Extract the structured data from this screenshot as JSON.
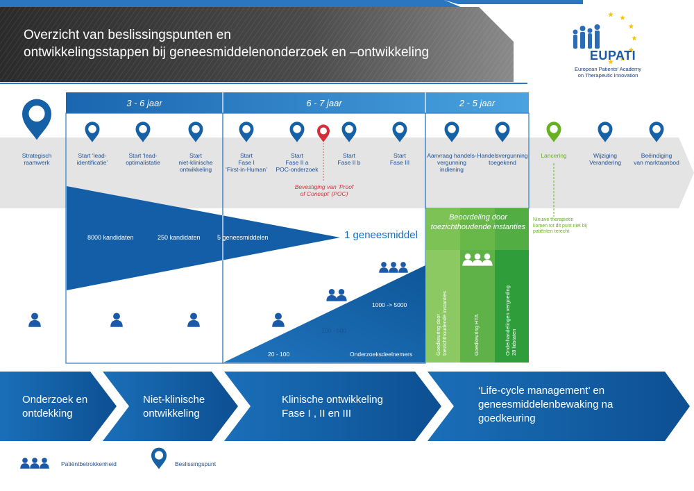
{
  "header": {
    "title_line1": "Overzicht van beslissingspunten en",
    "title_line2": "ontwikkelingsstappen bij geneesmiddelenonderzoek en –ontwikkeling"
  },
  "logo": {
    "name": "EUPATI",
    "subtitle_line1": "European Patients’ Academy",
    "subtitle_line2": "on Therapeutic Innovation"
  },
  "phases": [
    {
      "label": "3 - 6 jaar"
    },
    {
      "label": "6 - 7 jaar"
    },
    {
      "label": "2 - 5 jaar"
    }
  ],
  "milestones": {
    "strategic": [
      "Strategisch",
      "raamwerk"
    ],
    "lead_id": [
      "Start ‘lead-",
      "identificatie’"
    ],
    "lead_opt": [
      "Start ‘lead-",
      "optimalistatie"
    ],
    "nonclinical": [
      "Start",
      "niet-klinische",
      "ontwikkeling"
    ],
    "phase1": [
      "Start",
      "Fase I",
      "‘First-in-Human’"
    ],
    "phase2a": [
      "Start",
      "Fase II a",
      "POC-onderzoek"
    ],
    "phase2b": [
      "Start",
      "Fase II b"
    ],
    "phase3": [
      "Start",
      "Fase III"
    ],
    "application": [
      "Aanvraag handels-",
      "vergunning",
      "indiening"
    ],
    "license": [
      "Handelsvergunning",
      "toegekend"
    ],
    "launch": [
      "Lancering"
    ],
    "change": [
      "Wijziging",
      "Verandering"
    ],
    "end": [
      "Beëindiging",
      "van marktaanbod"
    ]
  },
  "poc_confirmation": [
    "Bevestiging van ‘Proof",
    "of Concept’ (POC)"
  ],
  "launch_note": "Nieuwe therapieën komen tot dit punt niet bij patiënten terecht",
  "funnel": {
    "candidates_8000": "8000 kandidaten",
    "candidates_250": "250 kandidaten",
    "medicines_5": "5 geneesmiddelen",
    "one_medicine": "1 geneesmiddel"
  },
  "participants": {
    "p_20_100": "20 - 100",
    "p_100_500": "100 - 500",
    "p_1000_5000": "1000 -> 5000",
    "label": "Onderzoeksdeelnemers"
  },
  "review": {
    "title_line1": "Beoordeling door",
    "title_line2": "toezichthoudende instanties",
    "col1": "Goedkeuring door toezichthoudende instanties",
    "col2": "Goedkeuring HTA",
    "col3": "Onderhandelingen vergoeding 28 lidstaten"
  },
  "stages": [
    {
      "line1": "Onderzoek en",
      "line2": "ontdekking"
    },
    {
      "line1": "Niet-klinische",
      "line2": "ontwikkeling"
    },
    {
      "line1": "Klinische ontwikkeling",
      "line2": "Fase I , II en III"
    },
    {
      "line1": "‘Life-cycle management’ en",
      "line2": "geneesmiddelenbewaking na",
      "line3": "goedkeuring"
    }
  ],
  "legend": {
    "patient": "Patiëntbetrokkenheid",
    "decision": "Beslissingspunt"
  },
  "colors": {
    "dark_blue": "#1660a6",
    "mid_blue": "#2a7dc4",
    "light_blue": "#3f97d8",
    "band_gray": "#e4e4e4",
    "header_dark": "#3a3a3a",
    "green_light": "#8cc963",
    "green_mid": "#5fb247",
    "green_dark": "#2f9d3a",
    "poc_red": "#d42e3a",
    "launch_green": "#67b022"
  }
}
